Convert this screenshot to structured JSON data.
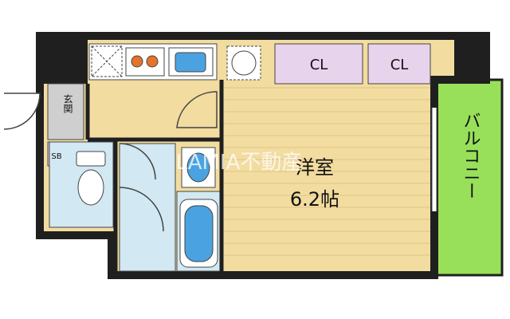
{
  "colors": {
    "wall": "#1f1f1f",
    "wood_floor": "#f2dca0",
    "wet_floor": "#d2e8f2",
    "closet": "#e8d3ec",
    "entry_floor": "#cfcfcf",
    "balcony": "#98e05a",
    "line": "#444444",
    "fixture_blue": "#4aa3e0",
    "stove_orange": "#e8722a"
  },
  "rooms": {
    "western_room_label": "洋室",
    "western_room_size": "6.2帖",
    "closet_1": "CL",
    "closet_2": "CL",
    "entrance": "玄関",
    "balcony": "バルコニー",
    "shoe_box": "SB"
  },
  "watermark": "LAMIA不動産",
  "icons": [
    "toilet-icon",
    "bathtub-icon",
    "washbasin-icon",
    "kitchen-sink-icon",
    "stove-icon",
    "refrigerator-space-icon",
    "washing-machine-space-icon"
  ]
}
